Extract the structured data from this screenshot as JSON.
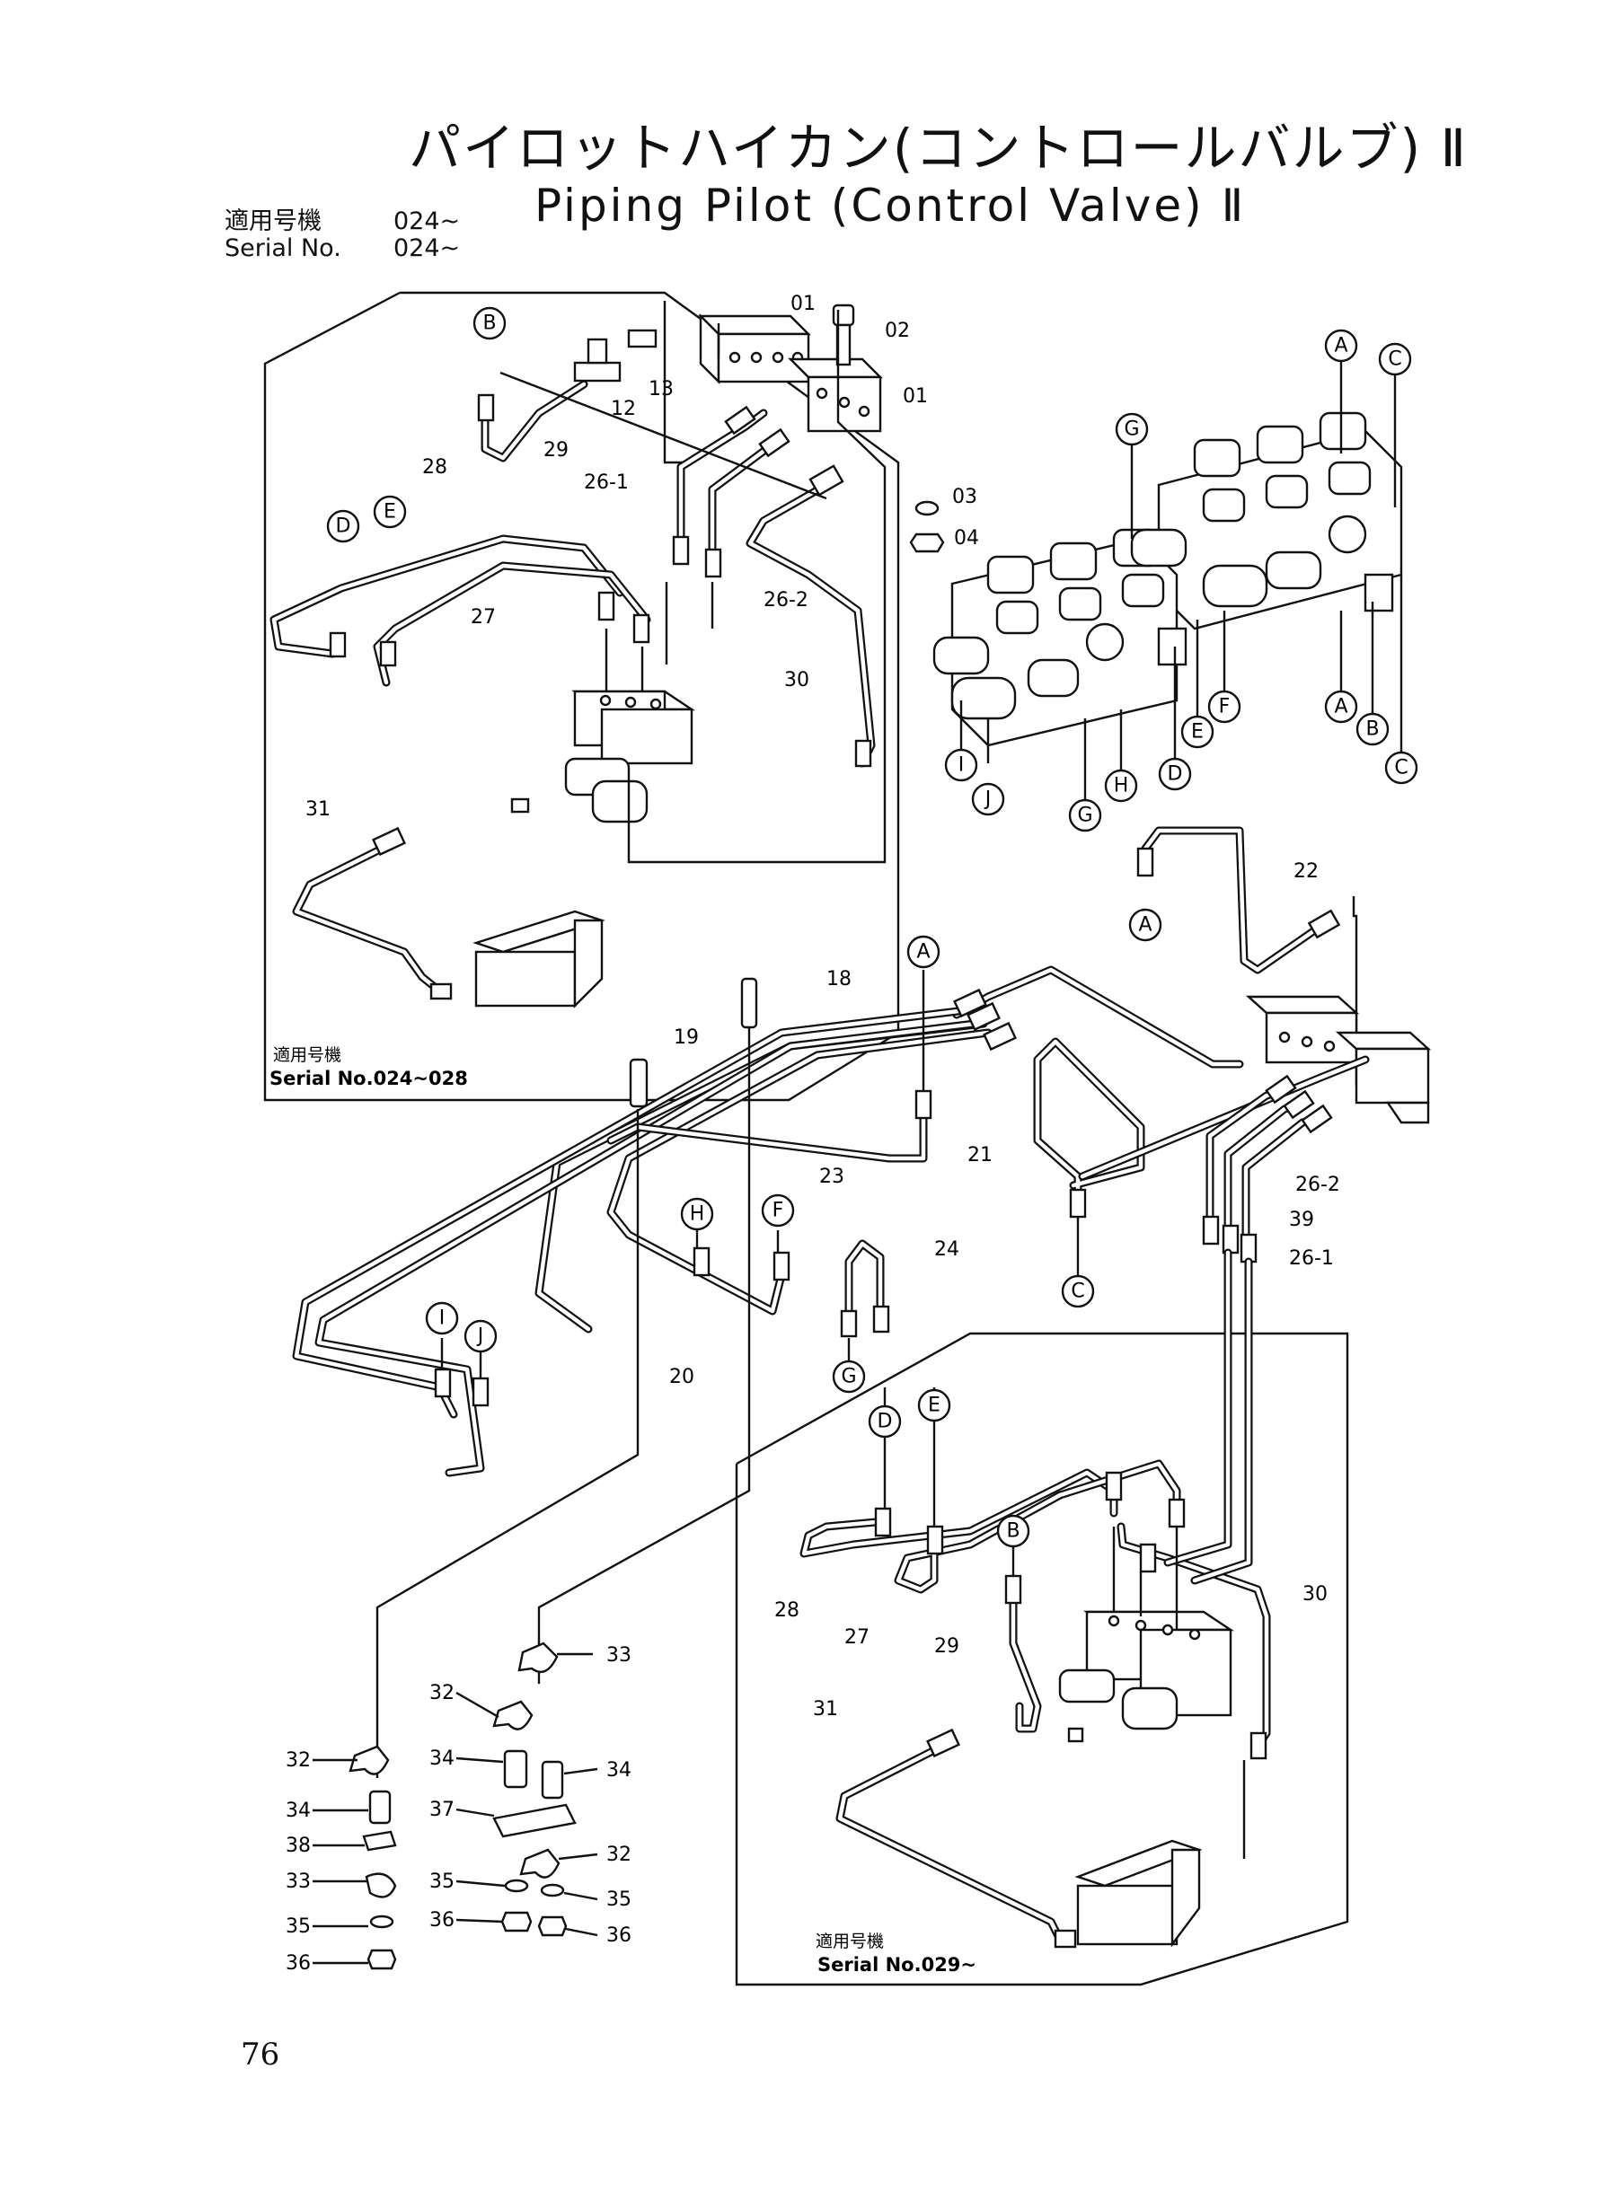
{
  "header": {
    "title_jp": "パイロットハイカン(コントロールバルブ) Ⅱ",
    "title_en": "Piping Pilot (Control Valve) Ⅱ"
  },
  "applicability": {
    "jp_label": "適用号機",
    "jp_value": "024~",
    "en_label": "Serial No.",
    "en_value": "024~"
  },
  "insets": {
    "top_left": {
      "label": "適用号機",
      "serial": "Serial No.024~028"
    },
    "bottom_right": {
      "label": "適用号機",
      "serial": "Serial No.029~"
    }
  },
  "callouts": {
    "A": "A",
    "B": "B",
    "C": "C",
    "D": "D",
    "E": "E",
    "F": "F",
    "G": "G",
    "H": "H",
    "I": "I",
    "J": "J"
  },
  "parts": {
    "p01": "01",
    "p02": "02",
    "p03": "03",
    "p04": "04",
    "p12": "12",
    "p13": "13",
    "p18": "18",
    "p19": "19",
    "p20": "20",
    "p21": "21",
    "p22": "22",
    "p23": "23",
    "p24": "24",
    "p26_1": "26-1",
    "p26_2": "26-2",
    "p27": "27",
    "p28": "28",
    "p29": "29",
    "p30": "30",
    "p31": "31",
    "p32": "32",
    "p33": "33",
    "p34": "34",
    "p35": "35",
    "p36": "36",
    "p37": "37",
    "p38": "38",
    "p39": "39"
  },
  "page_number": "76"
}
